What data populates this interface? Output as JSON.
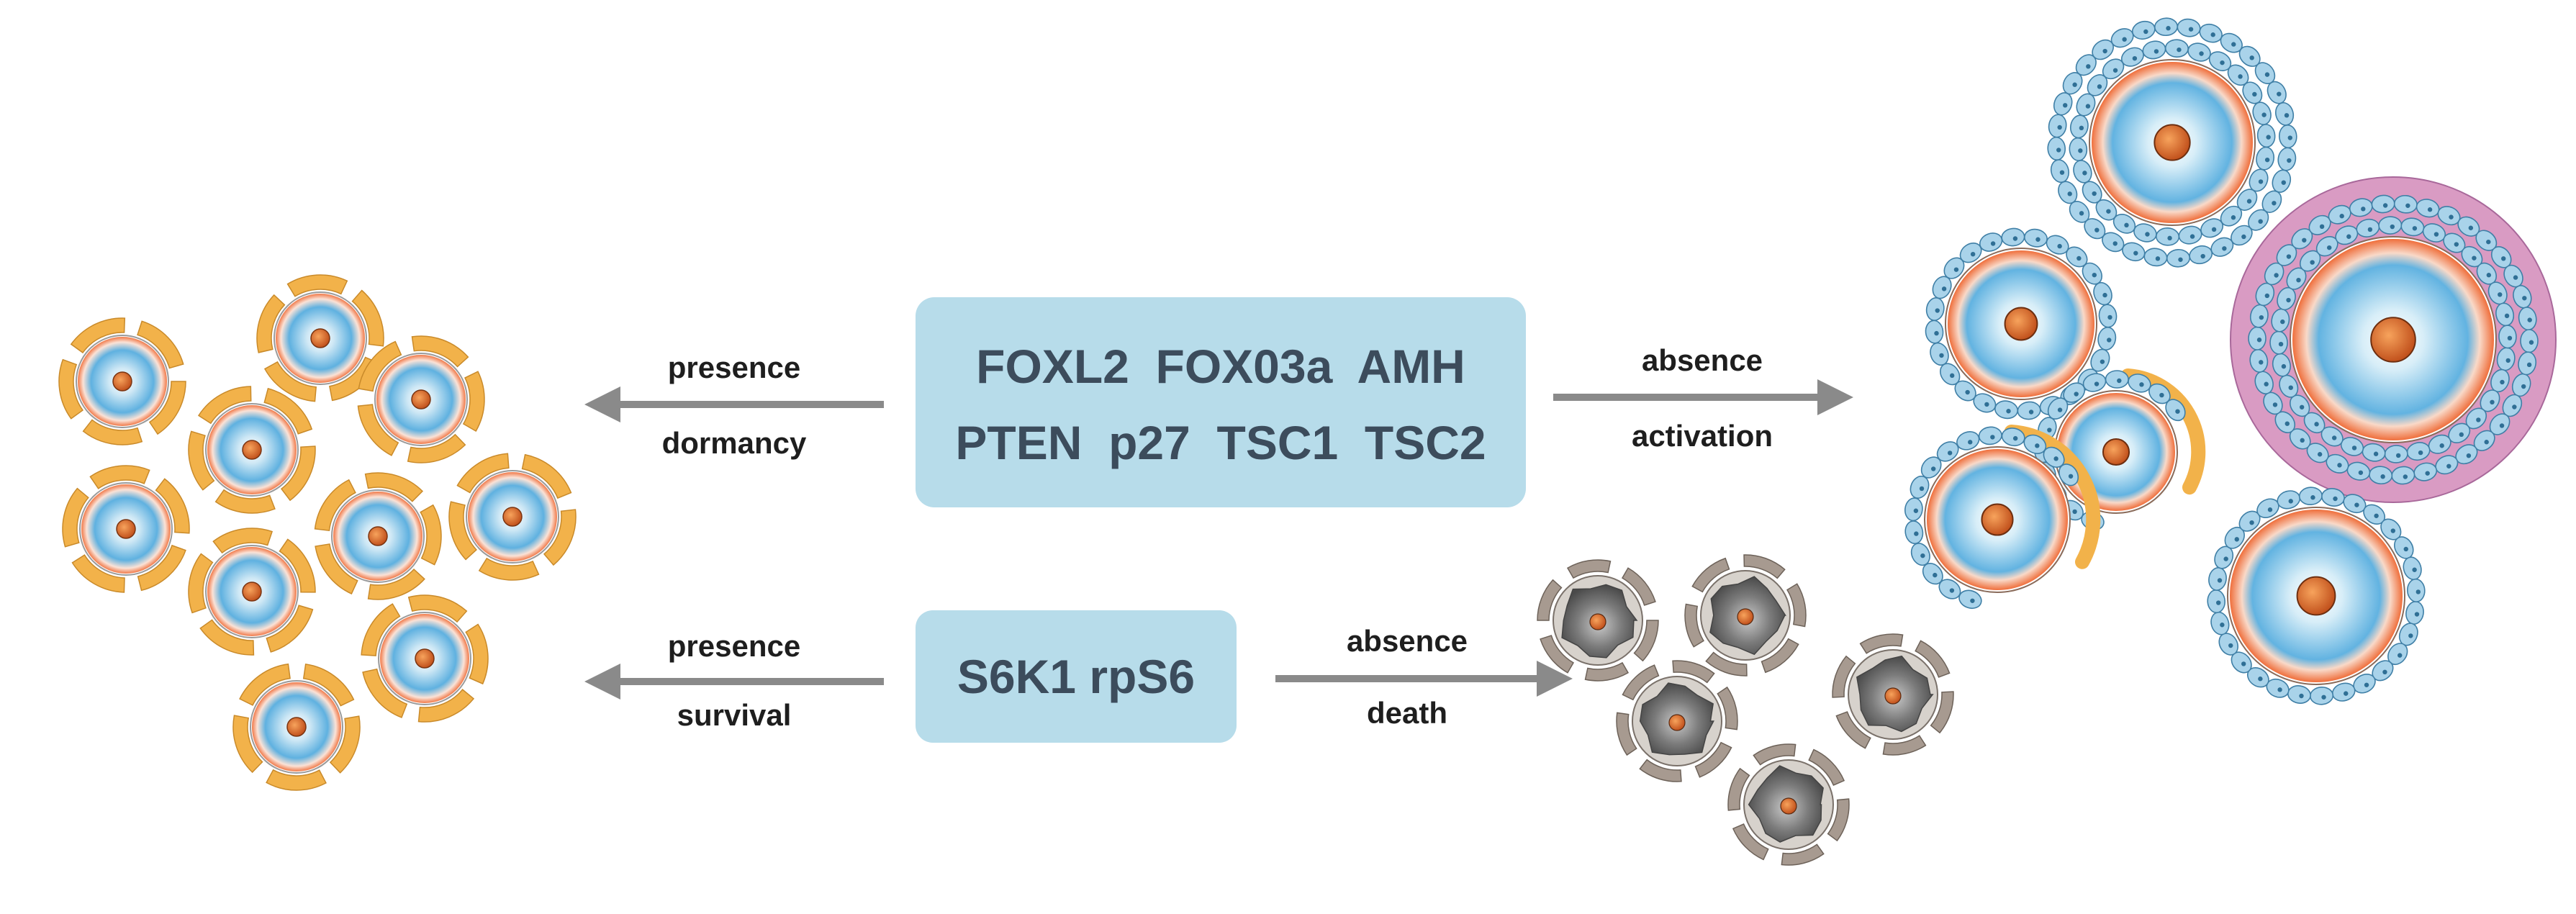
{
  "pathway_top": {
    "genes_line1": "FOXL2  FOX03a  AMH",
    "genes_line2": "PTEN  p27  TSC1  TSC2",
    "left_label_top": "presence",
    "left_label_bottom": "dormancy",
    "right_label_top": "absence",
    "right_label_bottom": "activation"
  },
  "pathway_bottom": {
    "genes": "S6K1 rpS6",
    "left_label_top": "presence",
    "left_label_bottom": "survival",
    "right_label_top": "absence",
    "right_label_bottom": "death"
  },
  "colors": {
    "box_fill": "#b7dcea",
    "gene_text": "#3c4c5c",
    "arrow": "#8a8a8a",
    "oocyte_core": "#5fb1e0",
    "oocyte_rim": "#f07a4a",
    "nucleus": "#d9652a",
    "granulosa_flat": "#f2b24a",
    "granulosa_cuboidal": "#a9d3ea",
    "theca": "#d99bc3",
    "atretic_core": "#6a6a6a",
    "atretic_cells": "#a79a90"
  },
  "groups": {
    "primordial_dormant": "primordial-follicles",
    "activated_growing": "growing-follicles",
    "atretic_dead": "atretic-follicles"
  }
}
